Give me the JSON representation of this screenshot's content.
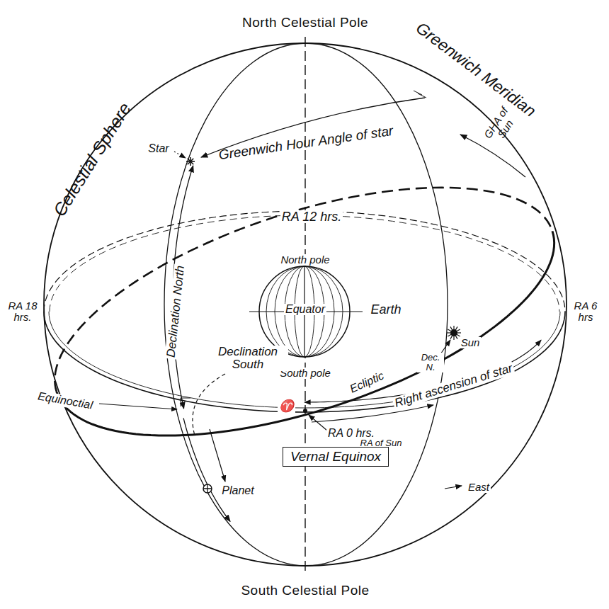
{
  "diagram": {
    "nodes": [
      {
        "text": [
          "Vernal Equinox"
        ]
      }
    ],
    "labels": [
      "North Celestial Pole",
      "South Celestial Pole",
      "Celestial Sphere",
      "Greenwich Meridian",
      "Star",
      "Greenwich Hour Angle of star",
      "GHA of Sun",
      "RA 12 hrs.",
      "North pole",
      "Equator",
      "Earth",
      "South pole",
      "RA 18 hrs.",
      "RA 6 hrs",
      "Declination North",
      "Declination South",
      "Equinoctial",
      "Ecliptic",
      "Sun",
      "Dec. N.",
      "Right ascension of star",
      "♈",
      "RA 0 hrs.",
      "RA of Sun",
      "Planet",
      "East"
    ]
  }
}
